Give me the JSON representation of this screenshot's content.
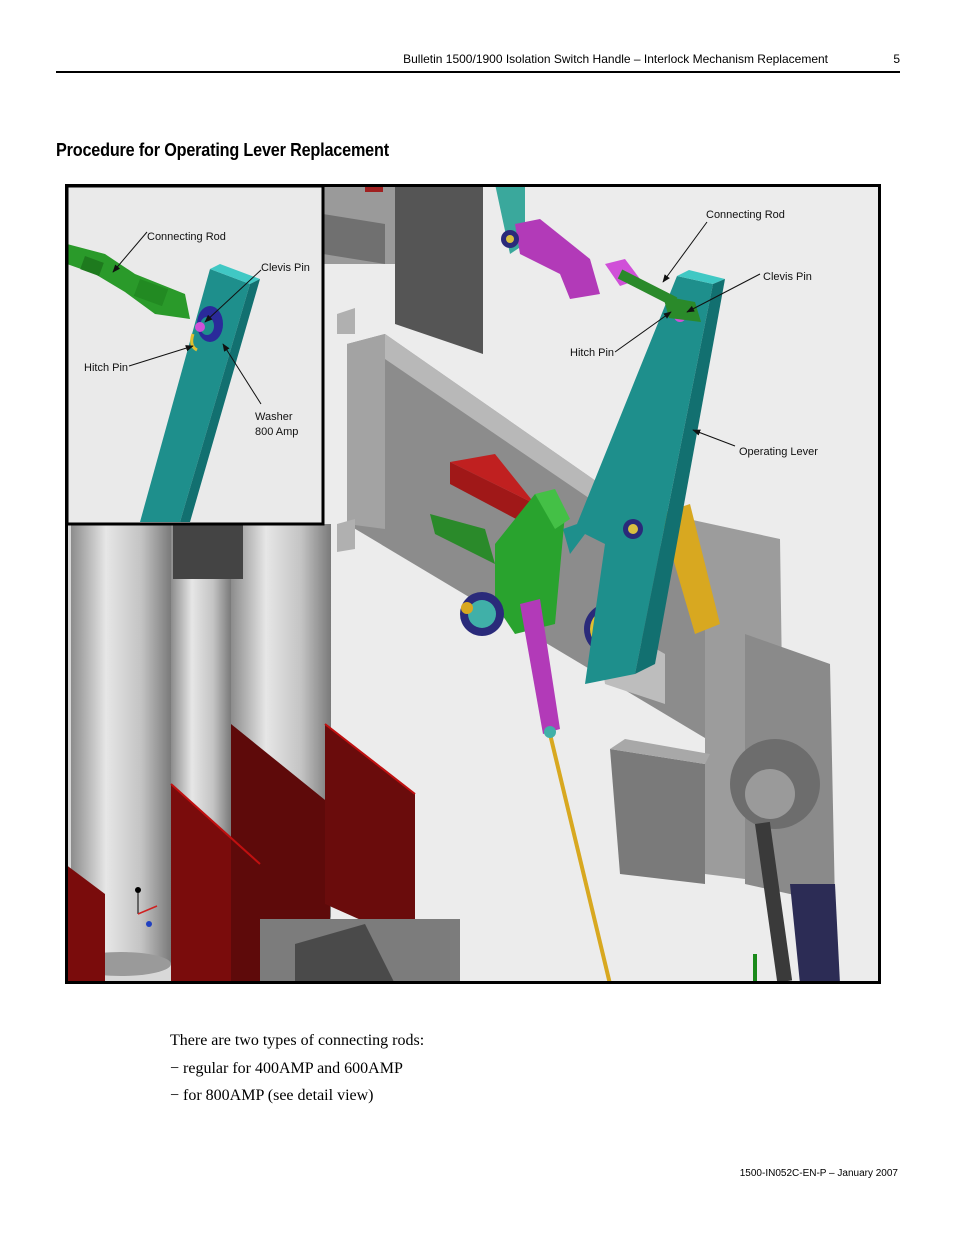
{
  "header": {
    "title": "Bulletin 1500/1900 Isolation Switch Handle – Interlock Mechanism Replacement",
    "page_number": "5"
  },
  "section_title": "Procedure for Operating Lever Replacement",
  "figure": {
    "main_labels": {
      "connecting_rod": "Connecting Rod",
      "clevis_pin": "Clevis Pin",
      "hitch_pin": "Hitch Pin",
      "operating_lever": "Operating Lever"
    },
    "inset_labels": {
      "connecting_rod": "Connecting Rod",
      "clevis_pin": "Clevis Pin",
      "hitch_pin": "Hitch Pin",
      "washer_line1": "Washer",
      "washer_line2": "800 Amp"
    }
  },
  "body": {
    "intro": "There are two types of connecting rods:",
    "items": [
      "− regular for 400AMP and 600AMP",
      "− for 800AMP (see detail view)"
    ]
  },
  "footer": {
    "doc_id": "1500-IN052C-EN-P – January 2007"
  },
  "colors": {
    "lever_teal": "#1e8f8c",
    "rod_green": "#2a8a2a",
    "bracket_magenta": "#b23ab8",
    "plate_gray": "#8a8a8a",
    "fuse_red": "#8a1010",
    "cable_yellow": "#d8a820"
  }
}
